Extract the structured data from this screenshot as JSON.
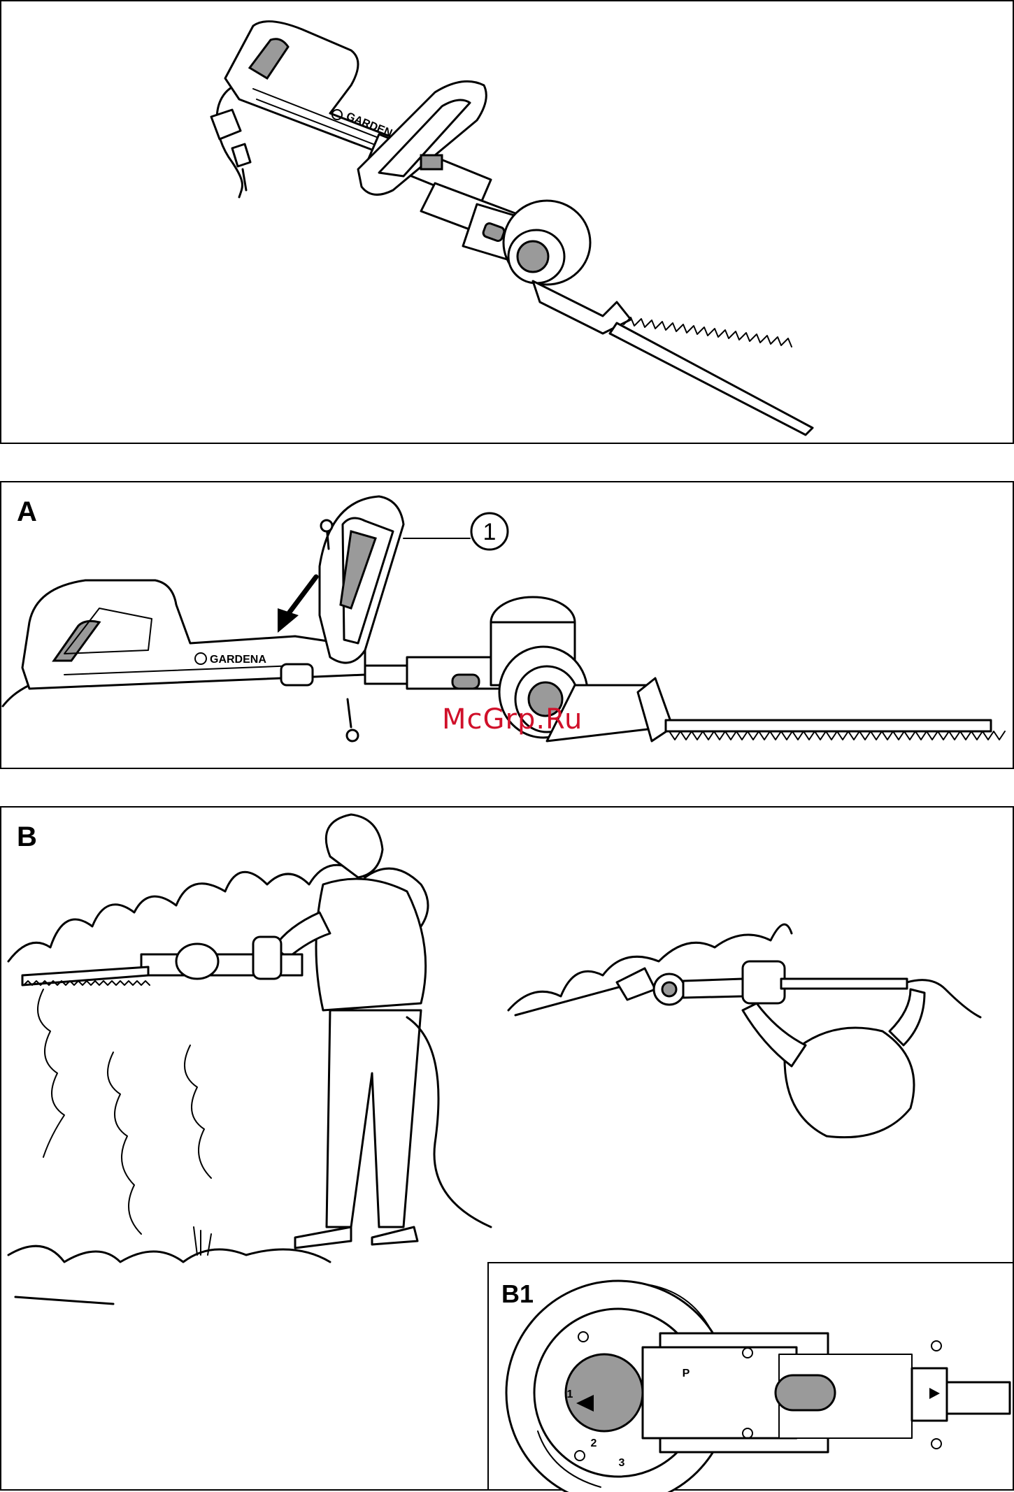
{
  "brand_name": "GARDENA",
  "watermark": "McGrp.Ru",
  "panels": {
    "top": {
      "label": ""
    },
    "a": {
      "label": "A",
      "callout": "1"
    },
    "b": {
      "label": "B"
    },
    "b1": {
      "label": "B1",
      "dial_numbers": [
        "1",
        "2",
        "3"
      ],
      "dial_mark": "P"
    }
  },
  "icons": [
    "gardena-logo-icon",
    "arrow-direction-icon",
    "screw-icon",
    "plug-icon",
    "vent-grille-icon"
  ]
}
